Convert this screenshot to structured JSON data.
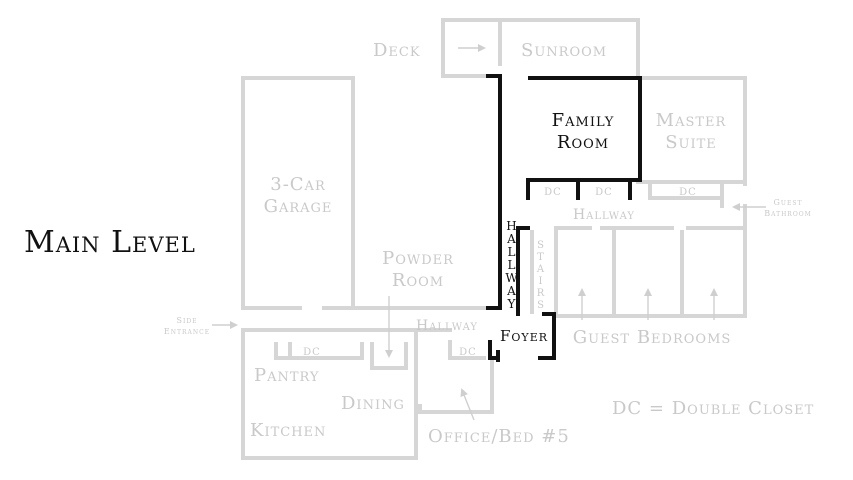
{
  "title": "Main Level",
  "rooms": {
    "deck": "Deck",
    "sunroom": "Sunroom",
    "family_room": [
      "Family",
      "Room"
    ],
    "master_suite": [
      "Master",
      "Suite"
    ],
    "garage": [
      "3-Car",
      "Garage"
    ],
    "powder_room": [
      "Powder",
      "Room"
    ],
    "hallway_top": "Hallway",
    "hallway_vertical": [
      "H",
      "A",
      "L",
      "L",
      "W",
      "A",
      "Y"
    ],
    "stairs": [
      "S",
      "T",
      "A",
      "I",
      "R",
      "S"
    ],
    "guest_bathroom": [
      "Guest",
      "Bathroom"
    ],
    "side_entrance": [
      "Side",
      "Entrance"
    ],
    "hallway_bottom": "Hallway",
    "foyer": "Foyer",
    "guest_bedrooms": "Guest Bedrooms",
    "pantry": "Pantry",
    "dining": "Dining",
    "kitchen": "Kitchen",
    "office": "Office/Bed #5"
  },
  "closets": {
    "dc_family_1": "DC",
    "dc_family_2": "DC",
    "dc_master": "DC",
    "dc_pantry": "DC",
    "dc_hall": "DC"
  },
  "legend": "DC = Double Closet",
  "colors": {
    "highlight": "#111111",
    "muted": "#d6d6d6",
    "muted_text": "#c9c9c9",
    "background": "#ffffff"
  }
}
